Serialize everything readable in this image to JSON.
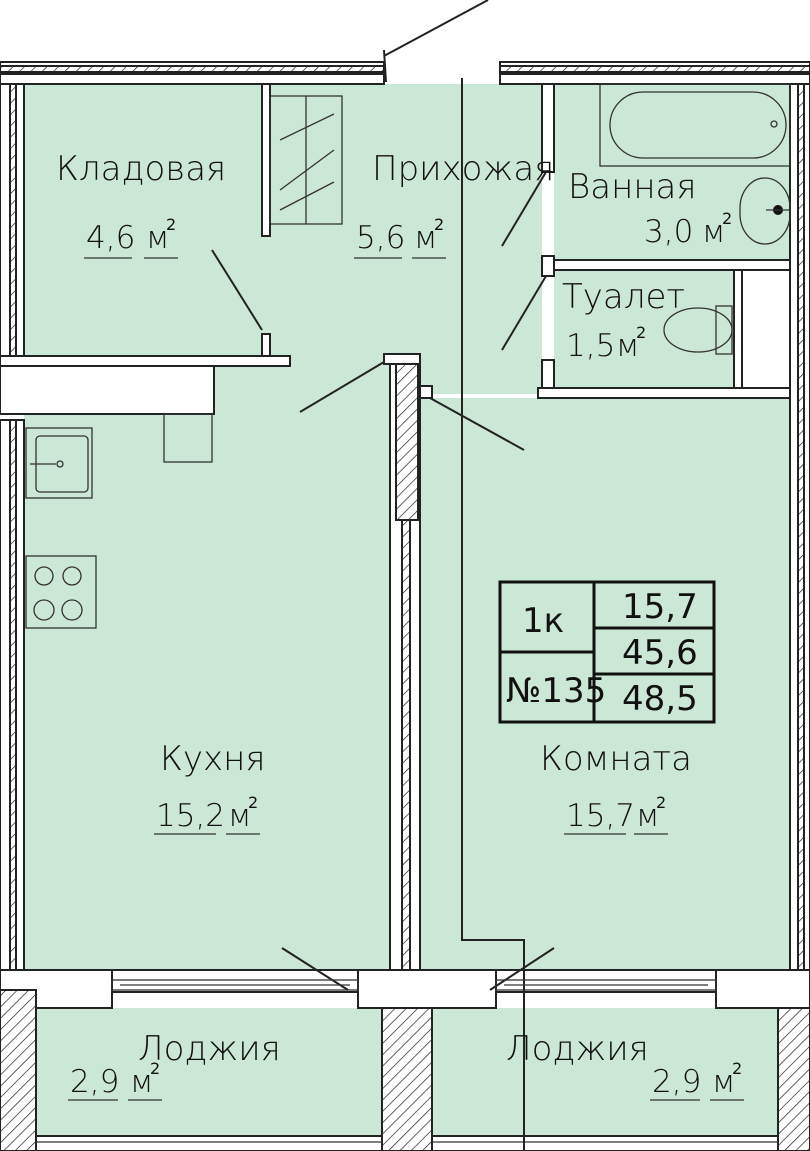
{
  "colors": {
    "floor": "#cbe7d6",
    "wall": "#ffffff",
    "line": "#222222"
  },
  "rooms": {
    "storage": {
      "label": "Кладовая",
      "area": "4,6",
      "unit": "м",
      "sup": "2"
    },
    "hall": {
      "label": "Прихожая",
      "area": "5,6",
      "unit": "м",
      "sup": "2"
    },
    "bath": {
      "label": "Ванная",
      "area": "3,0",
      "unit": "м",
      "sup": "2"
    },
    "toilet": {
      "label": "Туалет",
      "area": "1,5",
      "unit": "м",
      "sup": "2"
    },
    "kitchen": {
      "label": "Кухня",
      "area": "15,2",
      "unit": "м",
      "sup": "2"
    },
    "room": {
      "label": "Комната",
      "area": "15,7",
      "unit": "м",
      "sup": "2"
    },
    "loggia_left": {
      "label": "Лоджия",
      "area": "2,9",
      "unit": "м",
      "sup": "2"
    },
    "loggia_right": {
      "label": "Лоджия",
      "area": "2,9",
      "unit": "м",
      "sup": "2"
    }
  },
  "summary": {
    "rooms": "1к",
    "number": "№135",
    "living_area": "15,7",
    "total_area": "45,6",
    "total_with_loggia": "48,5"
  }
}
